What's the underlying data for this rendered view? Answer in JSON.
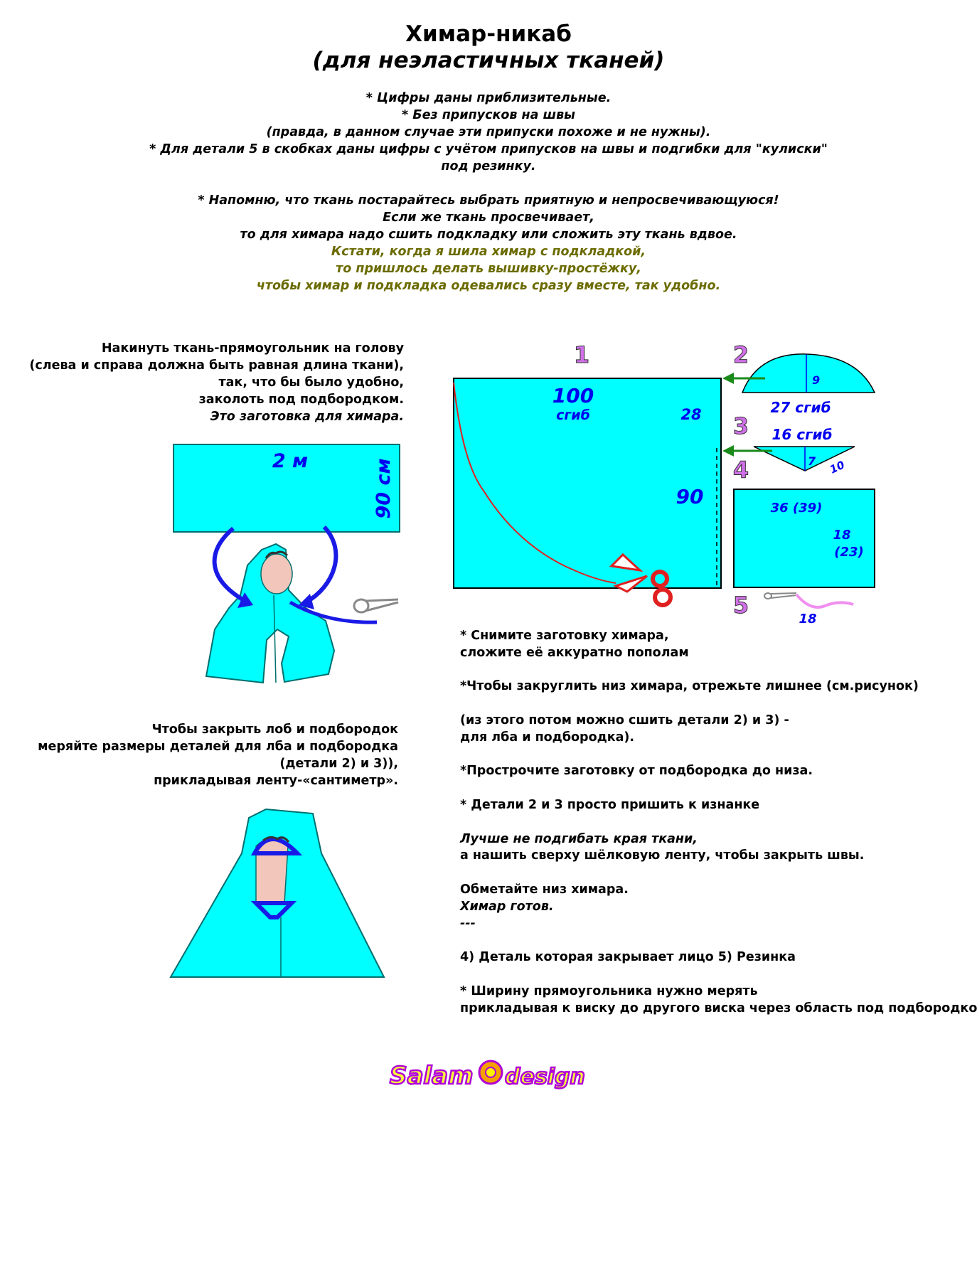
{
  "title": {
    "line1": "Химар-никаб",
    "line2": "(для неэластичных тканей)"
  },
  "notes": [
    "* Цифры даны приблизительные.",
    "* Без припусков на швы",
    "(правда, в данном случае эти припуски похоже и не нужны).",
    "* Для детали 5 в скобках даны цифры с учётом припусков на швы и подгибки для \"кулиски\"",
    "под резинку.",
    "",
    "* Напомню, что ткань постарайтесь выбрать приятную и непросвечивающуюся!",
    "Если же ткань просвечивает,",
    "то для химара надо сшить подкладку или сложить эту ткань вдвое."
  ],
  "notes_olive": [
    "Кстати, когда я шила химар с подкладкой,",
    "то пришлось делать вышивку-простёжку,",
    "чтобы химар и подкладка одевались сразу вместе, так удобно."
  ],
  "left_top": {
    "lines": [
      "Накинуть ткань-прямоугольник на голову",
      "(слева и справа должна быть равная длина ткани),",
      "так, что бы было удобно,",
      "заколоть под подбородком."
    ],
    "italic_line": "Это заготовка для химара."
  },
  "left_mid": {
    "lines": [
      "Чтобы закрыть лоб и подбородок",
      "меряйте размеры деталей для лба и подбородка",
      "(детали 2) и 3)),",
      "прикладывая ленту-«сантиметр»."
    ]
  },
  "rect_fig": {
    "width_label": "2 м",
    "height_label": "90 см"
  },
  "pattern": {
    "piece1": {
      "num": "1",
      "width": "100",
      "fold": "сгиб",
      "half": "28",
      "height": "90"
    },
    "piece2": {
      "num": "2",
      "h": "9",
      "base": "27 сгиб"
    },
    "piece3": {
      "num": "3",
      "top": "16 сгиб",
      "h": "7",
      "side": "10"
    },
    "piece4": {
      "num": "4",
      "w": "36 (39)",
      "h1": "18",
      "h2": "(23)"
    },
    "piece5": {
      "num": "5",
      "len": "18"
    }
  },
  "instructions": [
    {
      "text": "* Снимите заготовку химара,",
      "italic": false
    },
    {
      "text": "сложите её аккуратно пополам",
      "italic": false
    },
    {
      "text": "",
      "italic": false
    },
    {
      "text": "*Чтобы закруглить низ химара, отрежьте лишнее (см.рисунок)",
      "italic": false
    },
    {
      "text": "",
      "italic": false
    },
    {
      "text": "(из этого потом можно сшить детали 2) и 3) -",
      "italic": false
    },
    {
      "text": "для лба и подбородка).",
      "italic": false
    },
    {
      "text": "",
      "italic": false
    },
    {
      "text": "*Прострочите заготовку от подбородка до низа.",
      "italic": false
    },
    {
      "text": "",
      "italic": false
    },
    {
      "text": "* Детали 2 и 3 просто пришить к изнанке",
      "italic": false
    },
    {
      "text": "",
      "italic": false
    },
    {
      "text": "Лучше не подгибать края ткани,",
      "italic": true
    },
    {
      "text": "а нашить сверху шёлковую ленту, чтобы закрыть швы.",
      "italic": false
    },
    {
      "text": "",
      "italic": false
    },
    {
      "text": "Обметайте низ химара.",
      "italic": false
    },
    {
      "text": "Химар готов.",
      "italic": true
    },
    {
      "text": "---",
      "italic": true
    },
    {
      "text": "",
      "italic": false
    },
    {
      "text": "4) Деталь которая закрывает лицо 5) Резинка",
      "italic": false
    },
    {
      "text": "",
      "italic": false
    },
    {
      "text": "* Ширину прямоугольника нужно мерять",
      "italic": false
    },
    {
      "text": "прикладывая к виску до другого виска через область под подбородком",
      "italic": false
    }
  ],
  "logo": {
    "part1": "Salam",
    "part2": "design"
  },
  "colors": {
    "fabric": "#00ffff",
    "outline": "#006e6e",
    "label": "#0000ee",
    "number": "#d070e8",
    "olive": "#6b6b00",
    "scissors": "#e02020",
    "arrow": "#1a8a1a"
  }
}
